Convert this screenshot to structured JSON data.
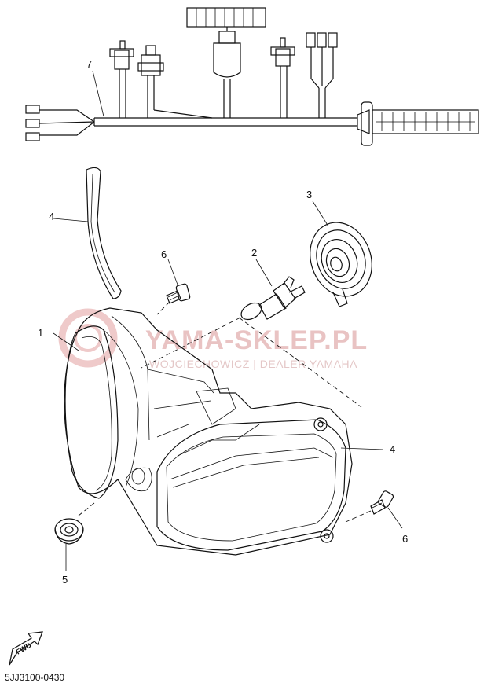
{
  "diagram": {
    "callouts": {
      "wiring_harness": "7",
      "bulb": "2",
      "bulb_cover": "3",
      "seal_strip": "4",
      "headlight_unit": "1",
      "screw_upper": "6",
      "seal_lower": "4",
      "grommet": "5",
      "screw_lower": "6"
    },
    "watermark": {
      "main": "YAMA-SKLEP.PL",
      "sub": "WOJCIECHOWICZ | DEALER YAMAHA",
      "color": "#e9c3c3"
    },
    "fwd_label": "FWD",
    "part_code": "5JJ3100-0430"
  }
}
